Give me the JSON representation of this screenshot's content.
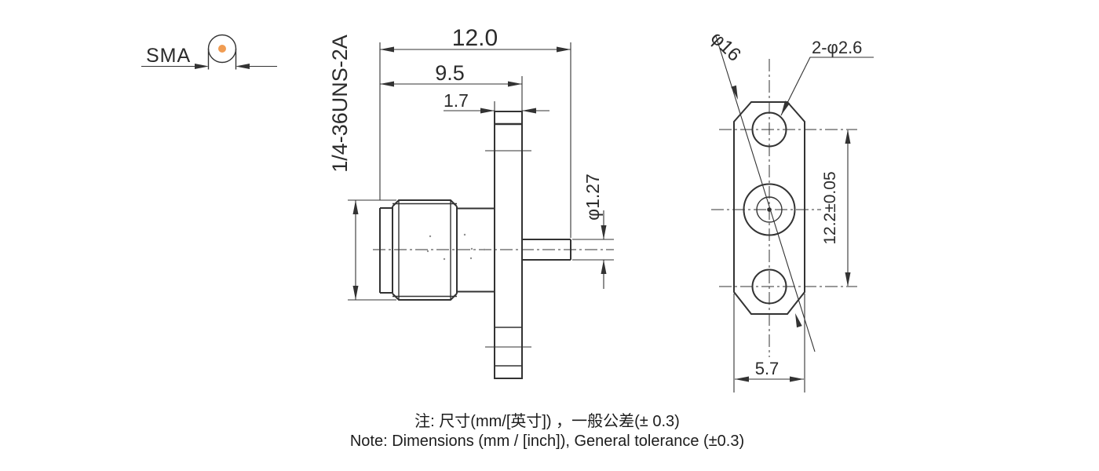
{
  "colors": {
    "line": "#333333",
    "text": "#2b2b2b",
    "accent_dot": "#f09c52",
    "background": "#ffffff"
  },
  "sma_symbol": {
    "label": "SMA"
  },
  "side_view": {
    "thread_label": "1/4-36UNS-2A",
    "dims": {
      "total_length": "12.0",
      "body_length": "9.5",
      "flange_thickness": "1.7",
      "pin_diameter": "φ1.27"
    }
  },
  "front_view": {
    "dims": {
      "flange_diameter": "φ16",
      "mounting_holes": "2-φ2.6",
      "hole_spacing": "12.2±0.05",
      "flange_width": "5.7"
    }
  },
  "notes": {
    "line1_zh": "注: 尺寸(mm/[英寸]) ，一般公差(± 0.3)",
    "line2_en": "Note: Dimensions (mm / [inch]), General tolerance (±0.3)"
  }
}
